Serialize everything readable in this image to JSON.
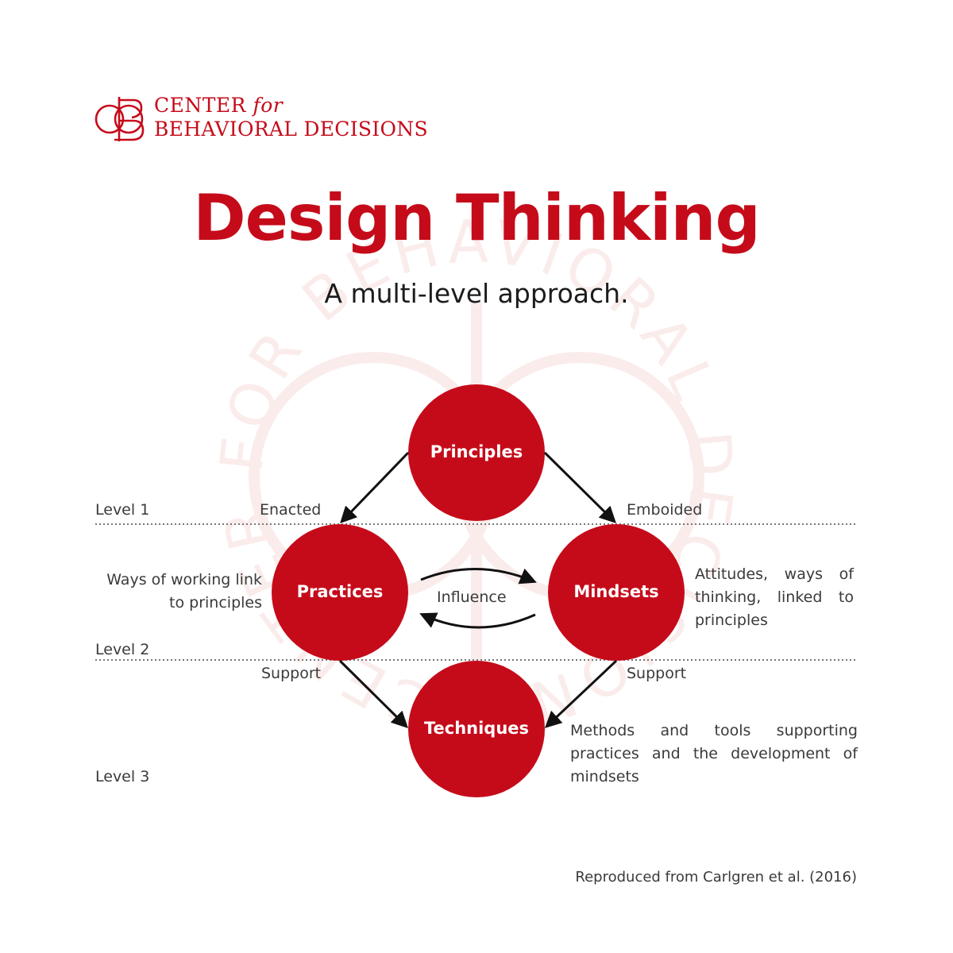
{
  "brand": {
    "line1_prefix": "CENTER",
    "line1_italic": "for",
    "line2": "BEHAVIORAL DECISIONS",
    "watermark_text": "CENTER FOR BEHAVIORAL DECISIONS",
    "color": "#c50b1a"
  },
  "title": "Design Thinking",
  "subtitle": "A multi-level approach.",
  "levels": {
    "level1": "Level 1",
    "level2": "Level 2",
    "level3": "Level 3"
  },
  "nodes": {
    "principles": "Principles",
    "practices": "Practices",
    "mindsets": "Mindsets",
    "techniques": "Techniques",
    "color": "#c50b1a"
  },
  "edges": {
    "enacted": "Enacted",
    "embodied": "Emboided",
    "influence": "Influence",
    "support_left": "Support",
    "support_right": "Support"
  },
  "descriptions": {
    "practices": "Ways of working link to principles",
    "mindsets": "Attitudes, ways of thinking, linked to principles",
    "techniques": "Methods and tools supporting practices and the development of mindsets"
  },
  "credit": "Reproduced from Carlgren et al. (2016)"
}
